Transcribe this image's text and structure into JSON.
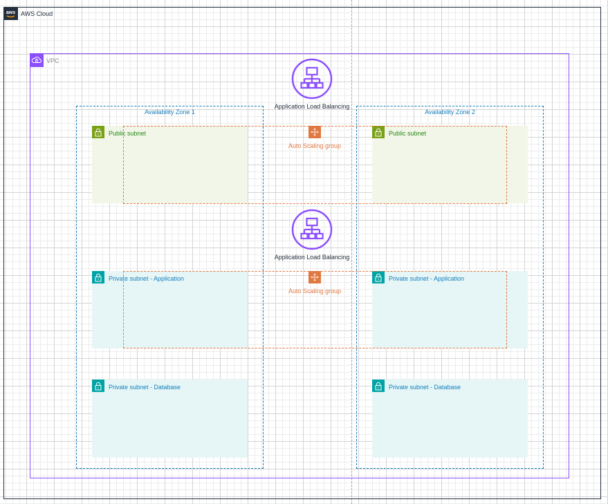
{
  "aws_cloud": {
    "label": "AWS Cloud",
    "logo_text": "aws"
  },
  "vpc": {
    "label": "VPC"
  },
  "availability_zones": [
    {
      "label": "Availability Zone 1"
    },
    {
      "label": "Availability Zone 2"
    }
  ],
  "load_balancers": [
    {
      "label": "Application Load Balancing"
    },
    {
      "label": "Application Load Balancing"
    }
  ],
  "auto_scaling_groups": [
    {
      "label": "Auto Scaling group"
    },
    {
      "label": "Auto Scaling group"
    }
  ],
  "subnets": {
    "az1_public": "Public subnet",
    "az2_public": "Public subnet",
    "az1_private_app": "Private subnet - Application",
    "az2_private_app": "Private subnet - Application",
    "az1_private_db": "Private subnet - Database",
    "az2_private_db": "Private subnet - Database"
  },
  "colors": {
    "aws_dark": "#232f3e",
    "vpc_purple": "#8c4fff",
    "az_blue": "#147eba",
    "public_green": "#7aa116",
    "public_text": "#248814",
    "public_fill": "#f2f6e8",
    "private_teal": "#00a4a6",
    "private_fill": "#e6f6f7",
    "asg_orange": "#e07941",
    "elb_purple": "#8c4fff"
  }
}
